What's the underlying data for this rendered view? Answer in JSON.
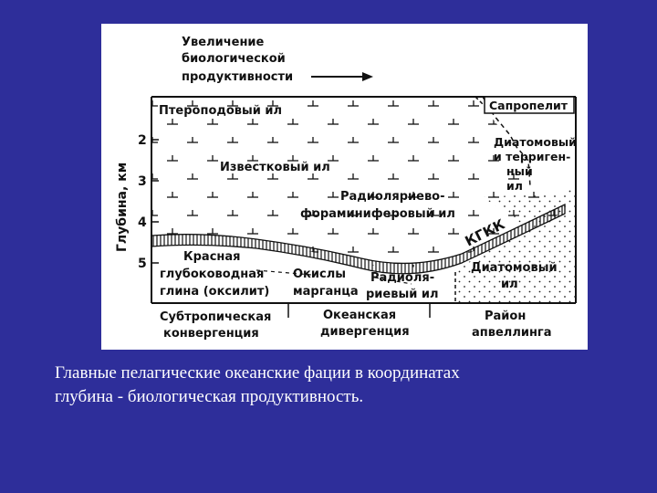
{
  "header": {
    "line1": "Увеличение",
    "line2": "биологической",
    "line3": "продуктивности"
  },
  "y_axis": {
    "label": "Глубина, км",
    "ticks": [
      "2",
      "3",
      "4",
      "5"
    ]
  },
  "facies": {
    "pteropod": "Птероподовый ил",
    "sapropel": "Сапропелит",
    "diatom_terrigenous": [
      "Диатомовый",
      "и терриген-",
      "ный",
      "ил"
    ],
    "calcareous": "Известковый ил",
    "radiolarian_foram": [
      "Радиоляриево-",
      "фораминиферовый ил"
    ],
    "ccd": "КГКК",
    "red_clay": [
      "Красная",
      "глубоководная",
      "глина (оксилит)"
    ],
    "manganese": [
      "Окислы",
      "марганца"
    ],
    "radiolarian": [
      "Радиоля-",
      "риевый ил"
    ],
    "diatom": [
      "Диатомовый",
      "ил"
    ]
  },
  "zones": {
    "subtropical": [
      "Субтропическая",
      "конвергенция"
    ],
    "divergence": [
      "Океанская",
      "дивергенция"
    ],
    "upwelling": [
      "Район",
      "апвеллинга"
    ]
  },
  "caption": {
    "line1": "Главные пелагические океанские фации в координатах",
    "line2": "глубина - биологическая продуктивность."
  }
}
